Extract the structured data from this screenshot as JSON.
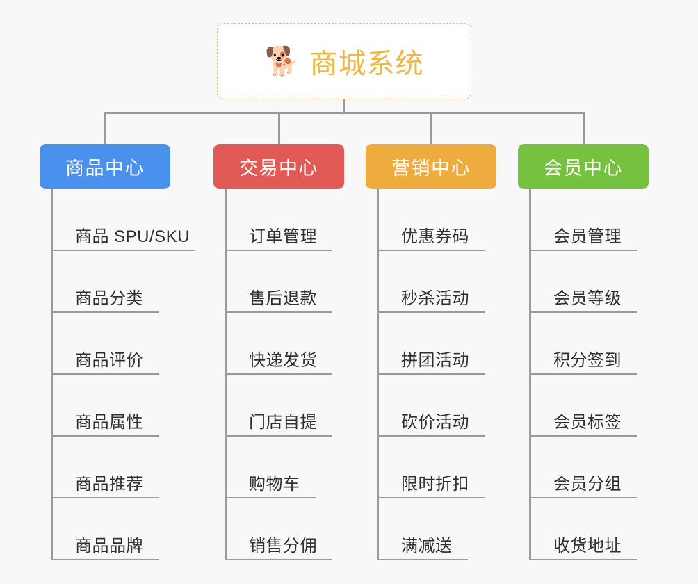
{
  "page": {
    "background_color": "#f8f8f8",
    "line_color": "#9a9a9a",
    "text_color": "#2e3033"
  },
  "root": {
    "icon": "shiba-dog-face-emoji",
    "icon_glyph": "🐕",
    "title": "商城系统",
    "accent_color": "#f0b840",
    "border_color": "#f0b95a",
    "background_color": "#ffffff"
  },
  "branches": [
    {
      "label": "商品中心",
      "color": "#4a90ed",
      "items": [
        {
          "label": "商品 SPU/SKU",
          "underline_width": 204
        },
        {
          "label": "商品分类",
          "underline_width": 152
        },
        {
          "label": "商品评价",
          "underline_width": 152
        },
        {
          "label": "商品属性",
          "underline_width": 152
        },
        {
          "label": "商品推荐",
          "underline_width": 152
        },
        {
          "label": "商品品牌",
          "underline_width": 152
        }
      ]
    },
    {
      "label": "交易中心",
      "color": "#e15a55",
      "items": [
        {
          "label": "订单管理",
          "underline_width": 152
        },
        {
          "label": "售后退款",
          "underline_width": 152
        },
        {
          "label": "快递发货",
          "underline_width": 152
        },
        {
          "label": "门店自提",
          "underline_width": 152
        },
        {
          "label": "购物车",
          "underline_width": 128
        },
        {
          "label": "销售分佣",
          "underline_width": 152
        }
      ]
    },
    {
      "label": "营销中心",
      "color": "#eeab3e",
      "items": [
        {
          "label": "优惠券码",
          "underline_width": 152
        },
        {
          "label": "秒杀活动",
          "underline_width": 152
        },
        {
          "label": "拼团活动",
          "underline_width": 152
        },
        {
          "label": "砍价活动",
          "underline_width": 152
        },
        {
          "label": "限时折扣",
          "underline_width": 152
        },
        {
          "label": "满减送",
          "underline_width": 128
        }
      ]
    },
    {
      "label": "会员中心",
      "color": "#77c140",
      "items": [
        {
          "label": "会员管理",
          "underline_width": 152
        },
        {
          "label": "会员等级",
          "underline_width": 152
        },
        {
          "label": "积分签到",
          "underline_width": 152
        },
        {
          "label": "会员标签",
          "underline_width": 152
        },
        {
          "label": "会员分组",
          "underline_width": 152
        },
        {
          "label": "收货地址",
          "underline_width": 152
        }
      ]
    }
  ]
}
